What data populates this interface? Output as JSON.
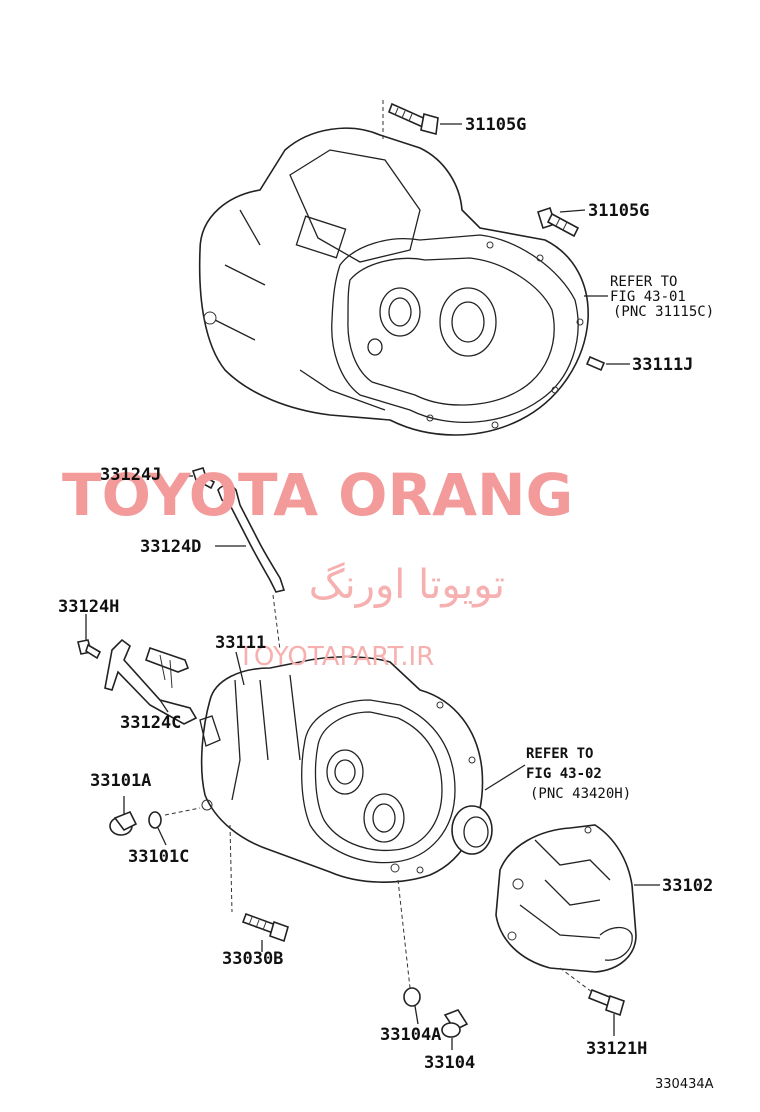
{
  "labels": {
    "p31105g_top": "31105G",
    "p31105g_mid": "31105G",
    "p33111j": "33111J",
    "p33124j": "33124J",
    "p33124d": "33124D",
    "p33124h": "33124H",
    "p33111": "33111",
    "p33124c": "33124C",
    "p33101a": "33101A",
    "p33101c": "33101C",
    "p33030b": "33030B",
    "p33102": "33102",
    "p33104a": "33104A",
    "p33104": "33104",
    "p33121h": "33121H"
  },
  "refs": {
    "ref1": {
      "line1": "REFER TO",
      "line2": "FIG 43-01",
      "line3": "(PNC 31115C)"
    },
    "ref2": {
      "line1": "REFER TO",
      "line2": "FIG 43-02",
      "line3": "(PNC 43420H)"
    }
  },
  "watermark": {
    "brand": "TOYOTA ORANG",
    "persian": "تویوتا اورنگ",
    "url": "TOYOTAPART.IR"
  },
  "figure_code": "330434A",
  "colors": {
    "watermark": "#f39a9a",
    "line": "#222222"
  }
}
